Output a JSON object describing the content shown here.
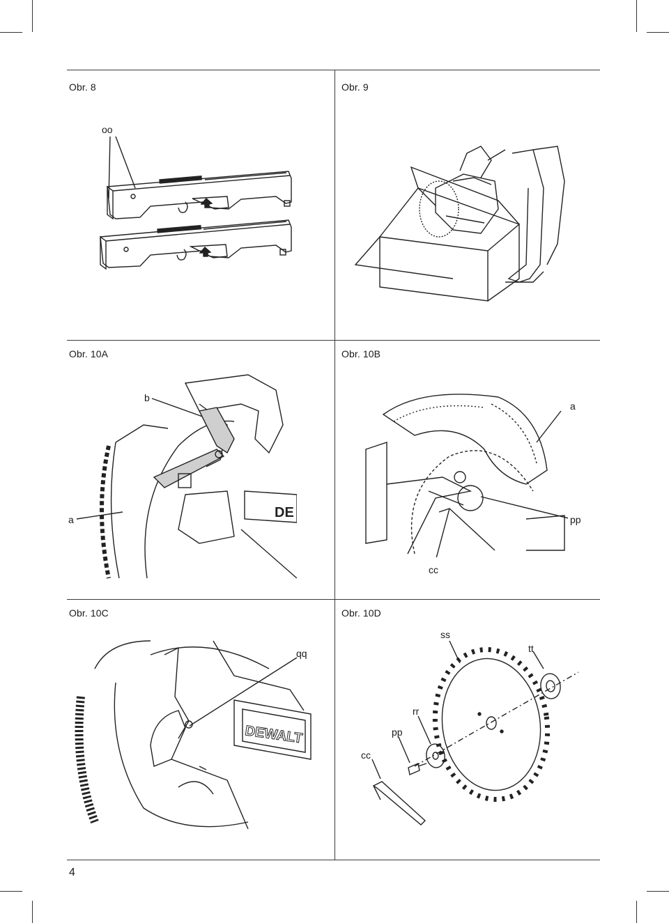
{
  "page_number": "4",
  "panels": {
    "fig8": {
      "caption": "Obr. 8",
      "labels": {
        "oo": "oo"
      }
    },
    "fig9": {
      "caption": "Obr. 9"
    },
    "fig10a": {
      "caption": "Obr. 10A",
      "labels": {
        "b": "b",
        "a": "a"
      }
    },
    "fig10b": {
      "caption": "Obr. 10B",
      "labels": {
        "a": "a",
        "pp": "pp",
        "cc": "cc"
      }
    },
    "fig10c": {
      "caption": "Obr. 10C",
      "labels": {
        "qq": "qq"
      },
      "logo": "DEWALT"
    },
    "fig10d": {
      "caption": "Obr. 10D",
      "labels": {
        "ss": "ss",
        "tt": "tt",
        "rr": "rr",
        "pp": "pp",
        "cc": "cc"
      }
    }
  }
}
